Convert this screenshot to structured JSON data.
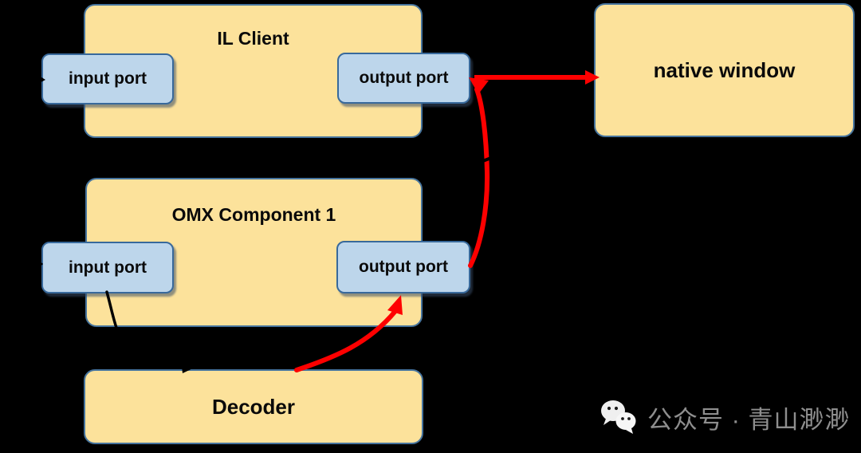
{
  "diagram": {
    "title_context": "OpenMAX IL tunneled rendering diagram",
    "nodes": {
      "il_client": {
        "label": "IL Client"
      },
      "il_input_port": {
        "label": "input port"
      },
      "il_output_port": {
        "label": "output port"
      },
      "native_window": {
        "label": "native window"
      },
      "omx_component": {
        "label": "OMX Component 1"
      },
      "omx_input_port": {
        "label": "input port"
      },
      "omx_output_port": {
        "label": "output port"
      },
      "decoder": {
        "label": "Decoder"
      }
    },
    "edges": [
      {
        "from": "offscreen-left",
        "to": "il_input_port",
        "color": "black",
        "style": "arrow"
      },
      {
        "from": "offscreen-left",
        "to": "omx_input_port",
        "color": "black",
        "style": "arrow-fragment"
      },
      {
        "from": "omx_input_port",
        "to": "decoder",
        "color": "black",
        "style": "curved-arrow"
      },
      {
        "from": "decoder",
        "to": "omx_output_port",
        "color": "red",
        "style": "curved-arrow"
      },
      {
        "from": "omx_output_port",
        "to": "il_output_port",
        "color": "red",
        "style": "curved-arrow"
      },
      {
        "from": "il_output_port",
        "to": "native_window",
        "color": "red",
        "style": "straight-arrow"
      }
    ],
    "colors": {
      "background": "#000000",
      "box_fill": "#FCE29B",
      "box_border": "#46749E",
      "port_fill": "#BDD6EB",
      "port_border": "#38699B",
      "arrow_red": "#FE0000",
      "arrow_black": "#000000",
      "watermark_gray": "#8E8E8E"
    },
    "watermark": {
      "icon": "wechat-icon",
      "text": "公众号 · 青山渺渺"
    }
  }
}
